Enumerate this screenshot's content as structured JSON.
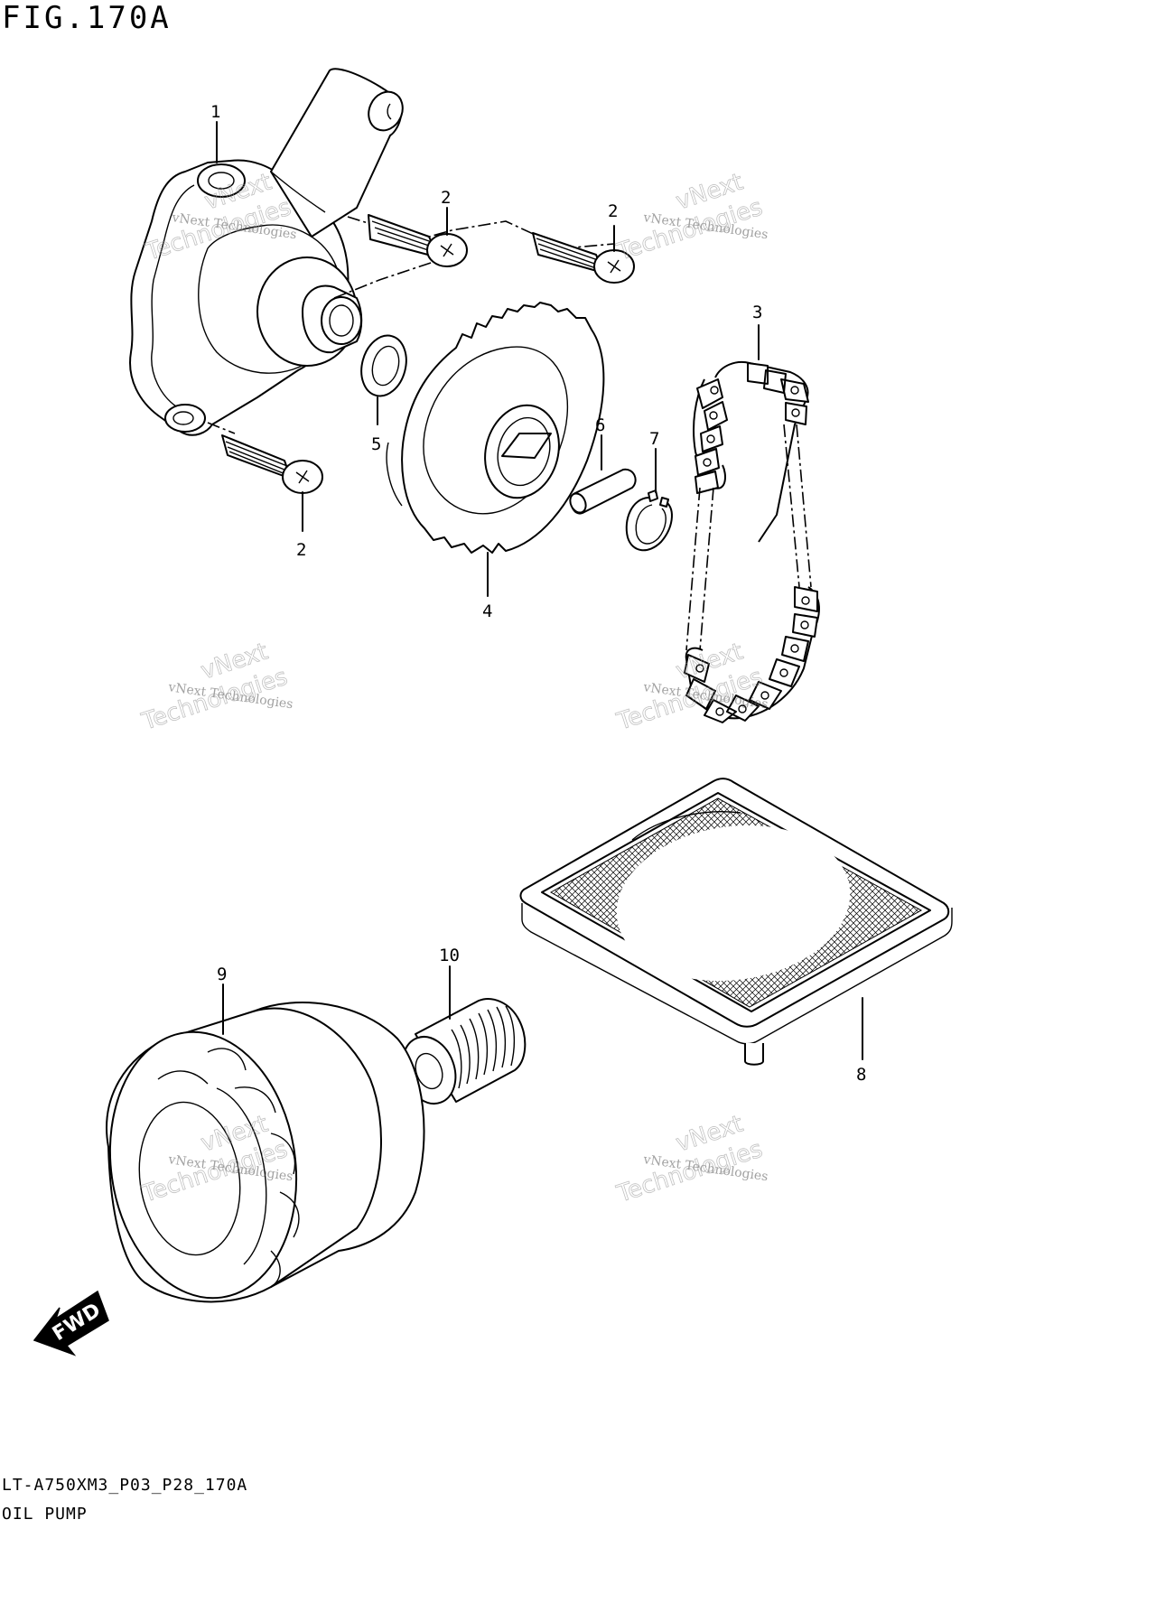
{
  "figure": {
    "title": "FIG.170A",
    "code": "LT-A750XM3_P03_P28_170A",
    "name": "OIL PUMP",
    "fwd_label": "FWD"
  },
  "watermark": {
    "line1": "vNext Technologies",
    "line2": "vNext",
    "line3": "Technologies"
  },
  "callouts": [
    {
      "id": "c1",
      "label": "1"
    },
    {
      "id": "c2a",
      "label": "2"
    },
    {
      "id": "c2b",
      "label": "2"
    },
    {
      "id": "c2c",
      "label": "2"
    },
    {
      "id": "c3",
      "label": "3"
    },
    {
      "id": "c4",
      "label": "4"
    },
    {
      "id": "c5",
      "label": "5"
    },
    {
      "id": "c6",
      "label": "6"
    },
    {
      "id": "c7",
      "label": "7"
    },
    {
      "id": "c8",
      "label": "8"
    },
    {
      "id": "c9",
      "label": "9"
    },
    {
      "id": "c10",
      "label": "10"
    }
  ]
}
